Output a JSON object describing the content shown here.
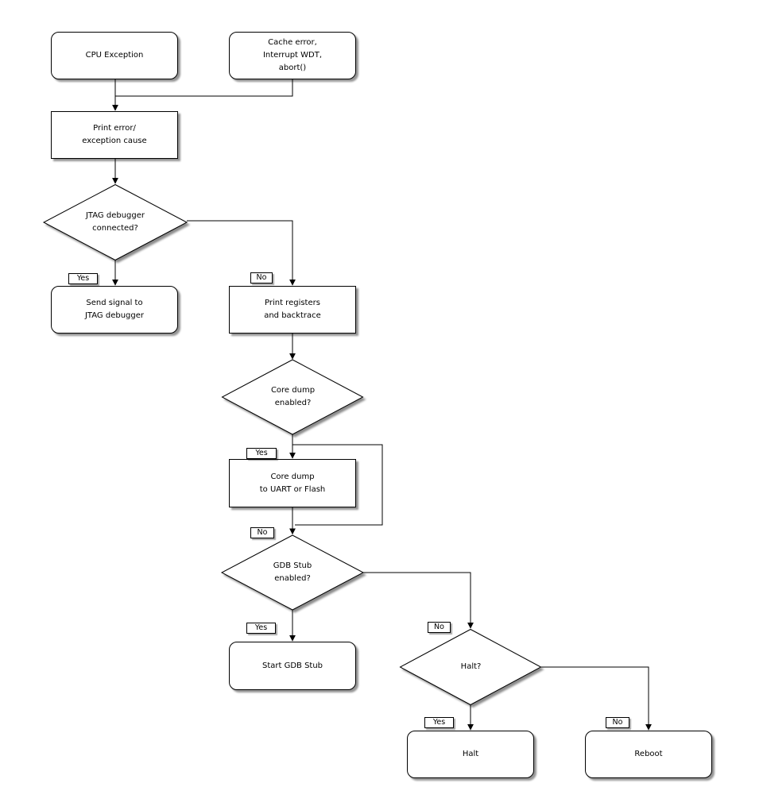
{
  "nodes": {
    "cpu_exception": {
      "label": "CPU Exception"
    },
    "cache_error": {
      "label": "Cache error,\nInterrupt WDT,\nabort()"
    },
    "print_error": {
      "label": "Print error/\nexception cause"
    },
    "jtag_connected": {
      "label": "JTAG debugger\nconnected?"
    },
    "send_signal": {
      "label": "Send signal to\nJTAG debugger"
    },
    "print_registers": {
      "label": "Print registers\nand backtrace"
    },
    "core_dump_enabled": {
      "label": "Core dump\nenabled?"
    },
    "core_dump": {
      "label": "Core dump\nto UART or Flash"
    },
    "gdb_stub_enabled": {
      "label": "GDB Stub\nenabled?"
    },
    "start_gdb_stub": {
      "label": "Start GDB Stub"
    },
    "halt_question": {
      "label": "Halt?"
    },
    "halt": {
      "label": "Halt"
    },
    "reboot": {
      "label": "Reboot"
    }
  },
  "edge_labels": {
    "jtag_yes": "Yes",
    "jtag_no": "No",
    "coredump_yes": "Yes",
    "coredump_no": "No",
    "gdb_yes": "Yes",
    "gdb_no": "No",
    "halt_yes": "Yes",
    "halt_no": "No"
  },
  "colors": {
    "line": "#000000",
    "node_fill": "#ffffff",
    "background": "#ffffff",
    "shadow": "rgba(0,0,0,0.45)"
  }
}
